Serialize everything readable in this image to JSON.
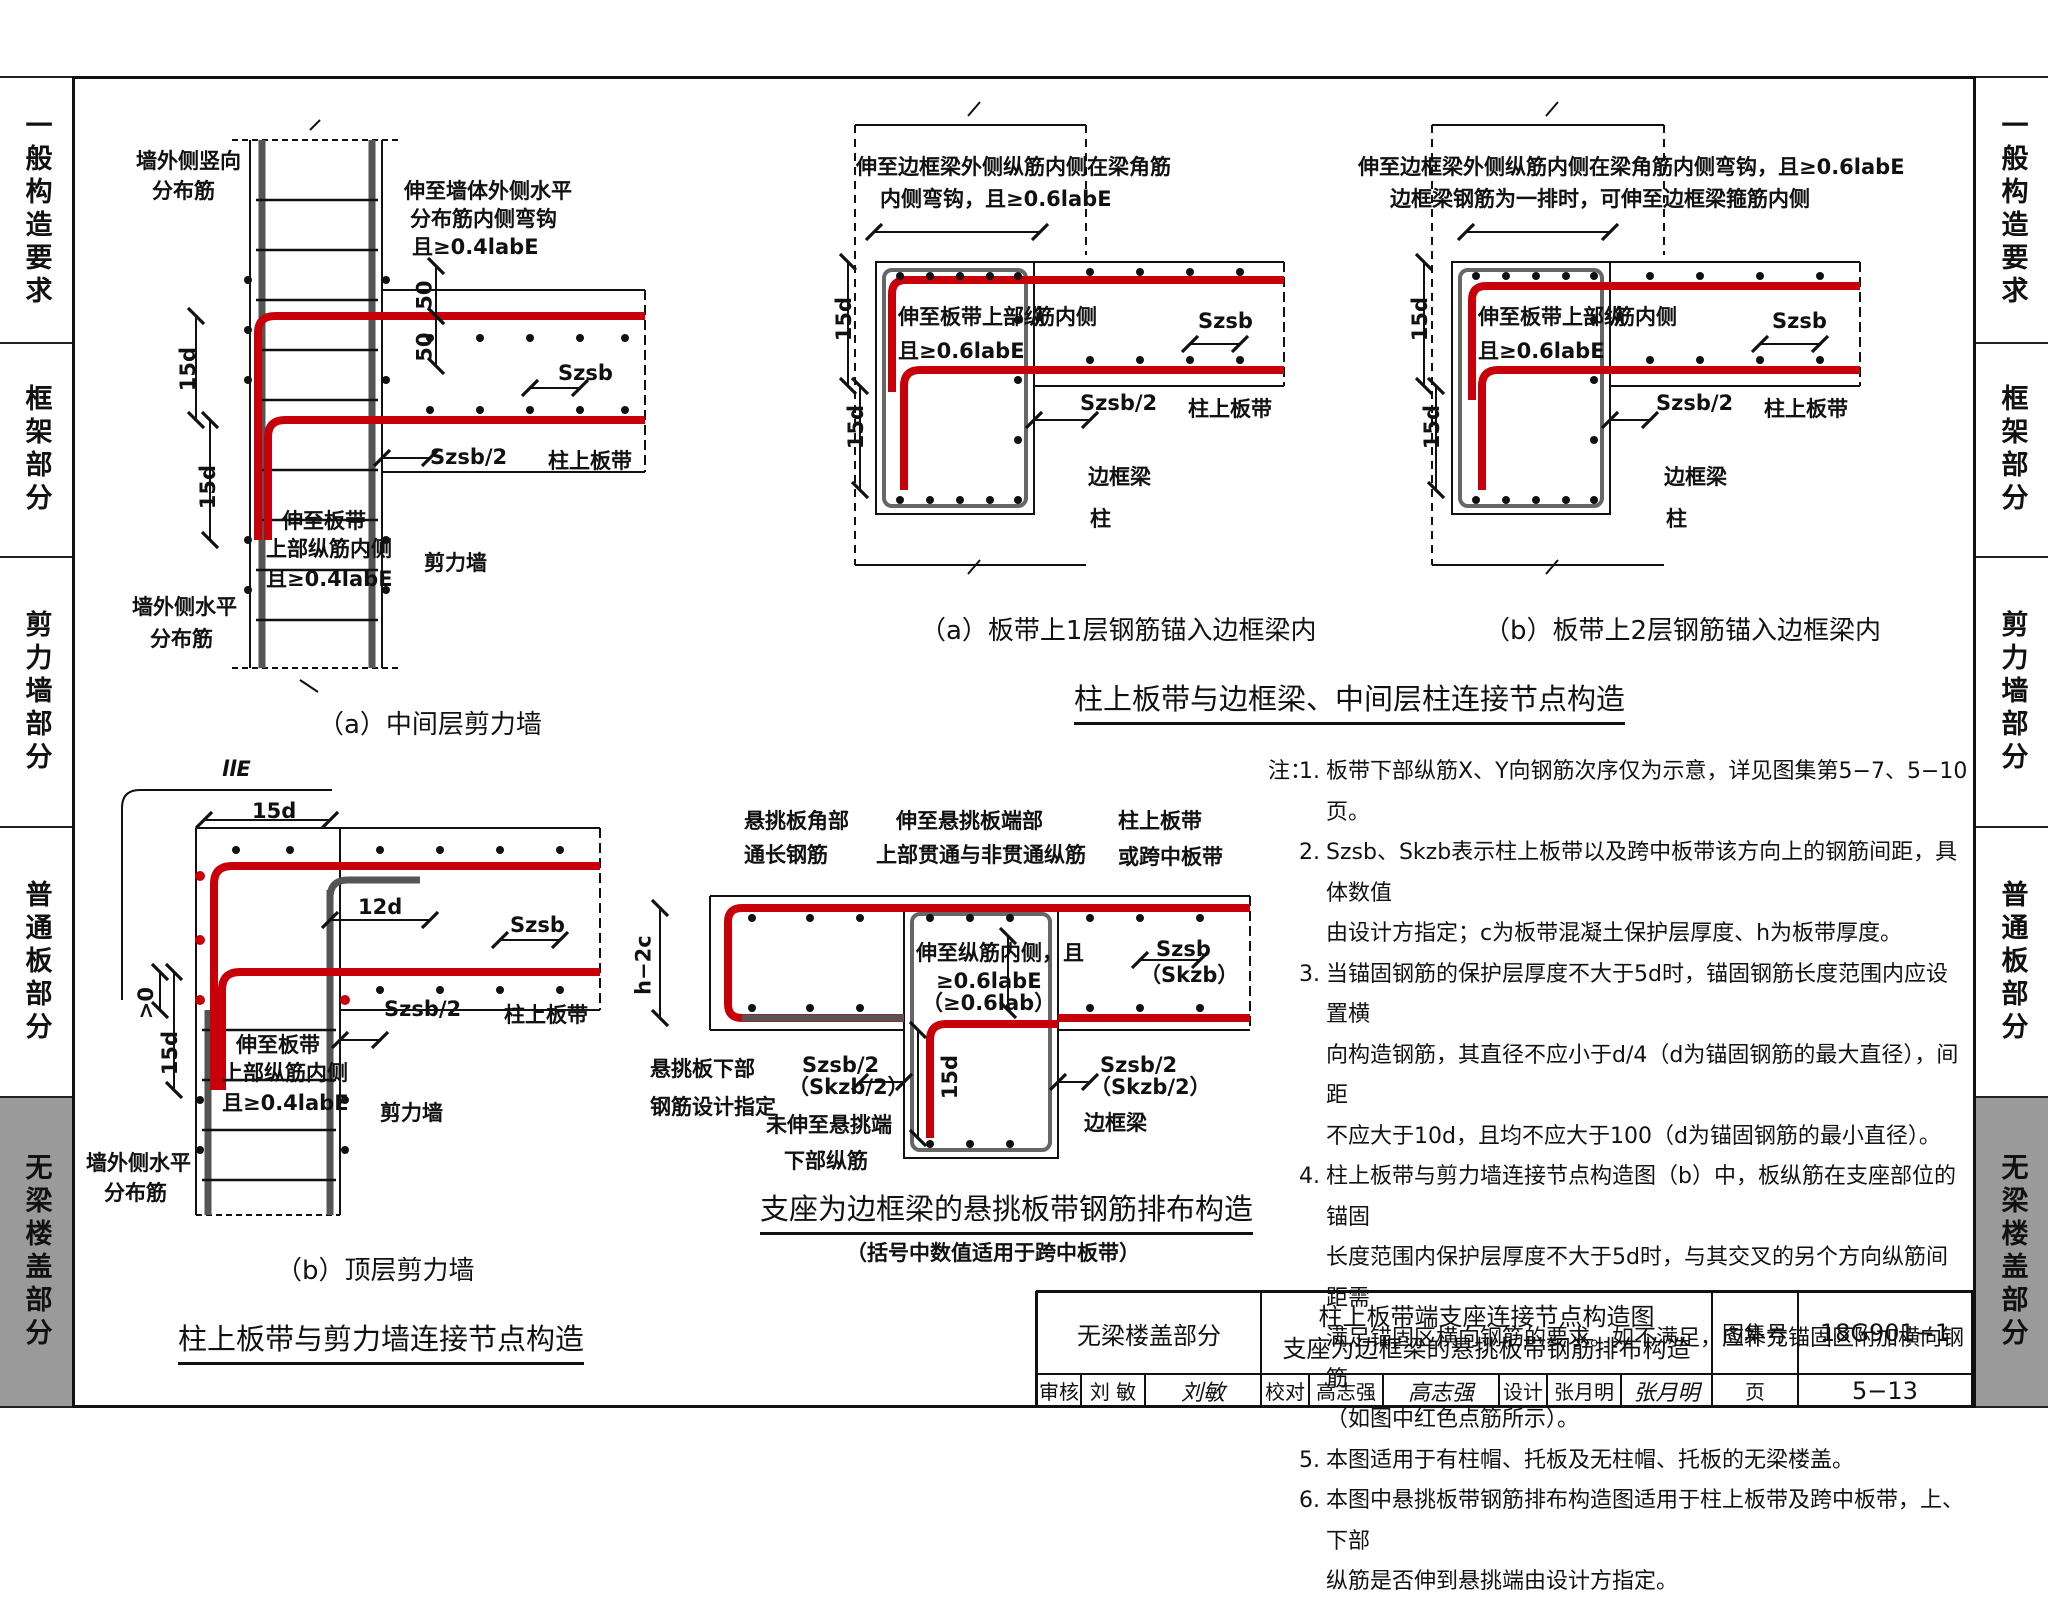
{
  "sidebar_left": [
    "一般构造要求",
    "框架部分",
    "剪力墙部分",
    "普通板部分",
    "无梁楼盖部分"
  ],
  "sidebar_right": [
    "一般构造要求",
    "框架部分",
    "剪力墙部分",
    "普通板部分",
    "无梁楼盖部分"
  ],
  "active_section": "无梁楼盖部分",
  "fig_wall_a": {
    "l1": "墙外侧竖向",
    "l2": "分布筋",
    "l3": "伸至墙体外侧水平",
    "l4": "分布筋内侧弯钩",
    "l5": "且≥0.4labE",
    "d50a": "50",
    "d50b": "50",
    "d15a": "15d",
    "d15b": "15d",
    "szsb": "Szsb",
    "szsb2": "Szsb/2",
    "band": "柱上板带",
    "l6": "伸至板带",
    "l7": "上部纵筋内侧",
    "l8": "且≥0.4labE",
    "wall": "剪力墙",
    "l9": "墙外侧水平",
    "l10": "分布筋",
    "caption": "（a）中间层剪力墙"
  },
  "fig_wall_b": {
    "lle": "llE",
    "d15": "15d",
    "d12": "12d",
    "szsb": "Szsb",
    "szsb2": "Szsb/2",
    "band": "柱上板带",
    "gt0": ">0",
    "d15v": "15d",
    "l1": "伸至板带",
    "l2": "上部纵筋内侧",
    "l3": "且≥0.4labE",
    "wall": "剪力墙",
    "l4": "墙外侧水平",
    "l5": "分布筋",
    "caption": "（b）顶层剪力墙"
  },
  "title_wall": "柱上板带与剪力墙连接节点构造",
  "fig_beam_a": {
    "top1": "伸至边框梁外侧纵筋内侧在梁角筋",
    "top2": "内侧弯钩，且≥0.6labE",
    "d15a": "15d",
    "d15b": "15d",
    "in1": "伸至板带上部纵",
    "in2": "筋内侧",
    "in3": "且≥0.6labE",
    "szsb": "Szsb",
    "szsb2": "Szsb/2",
    "band": "柱上板带",
    "beam": "边框梁",
    "col": "柱",
    "caption": "（a）板带上1层钢筋锚入边框梁内"
  },
  "fig_beam_b": {
    "top1": "伸至边框梁外侧纵筋内侧在梁角筋内侧弯钩，且≥0.6labE",
    "top2": "边框梁钢筋为一排时，可伸至边框梁箍筋内侧",
    "d15a": "15d",
    "d15b": "15d",
    "in1": "伸至板带上部纵",
    "in2": "筋内侧",
    "in3": "且≥0.6labE",
    "szsb": "Szsb",
    "szsb2": "Szsb/2",
    "band": "柱上板带",
    "beam": "边框梁",
    "col": "柱",
    "caption": "（b）板带上2层钢筋锚入边框梁内"
  },
  "title_beam": "柱上板带与边框梁、中间层柱连接节点构造",
  "fig_cant": {
    "l1": "悬挑板角部",
    "l2": "通长钢筋",
    "l3": "伸至悬挑板端部",
    "l4": "上部贯通与非贯通纵筋",
    "l5": "柱上板带",
    "l6": "或跨中板带",
    "h2c": "h−2c",
    "in1": "伸至纵筋内侧，且",
    "in2": "≥0.6labE",
    "in3": "（≥0.6lab）",
    "sz1": "Szsb",
    "sz2": "（Skzb）",
    "l7": "悬挑板下部",
    "l8": "钢筋设计指定",
    "sh1": "Szsb/2",
    "sh2": "（Skzb/2）",
    "sh3": "Szsb/2",
    "sh4": "（Skzb/2）",
    "d15": "15d",
    "l9": "未伸至悬挑端",
    "l10": "下部纵筋",
    "beam": "边框梁",
    "title": "支座为边框梁的悬挑板带钢筋排布构造",
    "sub": "（括号中数值适用于跨中板带）"
  },
  "notes_label": "注：",
  "notes": [
    {
      "n": "1.",
      "lines": [
        "板带下部纵筋X、Y向钢筋次序仅为示意，详见图集第5−7、5−10页。"
      ]
    },
    {
      "n": "2.",
      "lines": [
        "Szsb、Skzb表示柱上板带以及跨中板带该方向上的钢筋间距，具体数值",
        "由设计方指定；c为板带混凝土保护层厚度、h为板带厚度。"
      ]
    },
    {
      "n": "3.",
      "lines": [
        "当锚固钢筋的保护层厚度不大于5d时，锚固钢筋长度范围内应设置横",
        "向构造钢筋，其直径不应小于d/4（d为锚固钢筋的最大直径），间距",
        "不应大于10d，且均不应大于100（d为锚固钢筋的最小直径）。"
      ]
    },
    {
      "n": "4.",
      "lines": [
        "柱上板带与剪力墙连接节点构造图（b）中，板纵筋在支座部位的锚固",
        "长度范围内保护层厚度不大于5d时，与其交叉的另个方向纵筋间距需",
        "满足锚固区横向钢筋的要求。如不满足，应补充锚固区附加横向钢筋",
        "（如图中红色点筋所示）。"
      ]
    },
    {
      "n": "5.",
      "lines": [
        "本图适用于有柱帽、托板及无柱帽、托板的无梁楼盖。"
      ]
    },
    {
      "n": "6.",
      "lines": [
        "本图中悬挑板带钢筋排布构造图适用于柱上板带及跨中板带，上、下部",
        "纵筋是否伸到悬挑端由设计方指定。"
      ]
    }
  ],
  "title_block": {
    "section": "无梁楼盖部分",
    "title1": "柱上板带端支座连接节点构造图",
    "title2": "支座为边框梁的悬挑板带钢筋排布构造",
    "atlas_label": "图集号",
    "atlas_no": "18G901−1",
    "review": "审核",
    "reviewer": "刘 敏",
    "reviewer_sig": "刘敏",
    "check": "校对",
    "checker": "高志强",
    "checker_sig": "高志强",
    "design": "设计",
    "designer": "张月明",
    "designer_sig": "张月明",
    "page_label": "页",
    "page": "5−13"
  },
  "colors": {
    "rebar": "#c8000a",
    "line": "#111111",
    "active_side": "#9a9a9a"
  }
}
